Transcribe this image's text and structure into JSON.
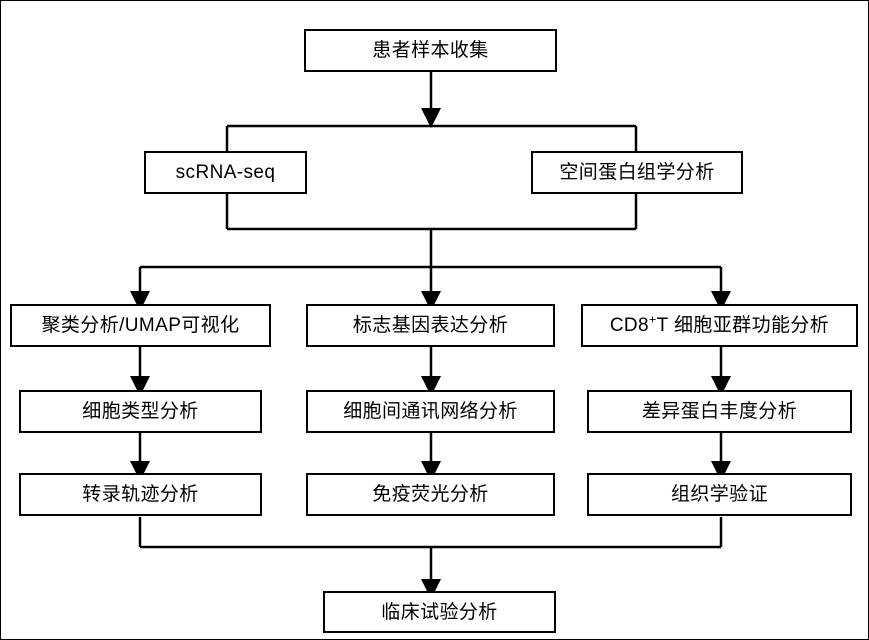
{
  "diagram": {
    "title_present": false,
    "background_color": "#ffffff",
    "line_color": "#000000",
    "box_fill": "#ffffff",
    "nodes": {
      "sample_collection": "患者样本收集",
      "scrna_seq": "scRNA-seq",
      "spatial_proteomics": "空间蛋白组学分析",
      "clustering_umap": "聚类分析/UMAP可视化",
      "marker_gene": "标志基因表达分析",
      "cd8_prefix": "CD8",
      "cd8_superscript": "+",
      "cd8_suffix": "T 细胞亚群功能分析",
      "cell_type": "细胞类型分析",
      "cell_comm": "细胞间通讯网络分析",
      "protein_abundance": "差异蛋白丰度分析",
      "trajectory": "转录轨迹分析",
      "immunofluorescence": "免疫荧光分析",
      "histology": "组织学验证",
      "clinical_trial": "临床试验分析"
    },
    "edges": [
      {
        "from": "sample_collection",
        "to": "split-bus-1",
        "type": "arrow-down"
      },
      {
        "from": "split-bus-1",
        "to": "scrna_seq",
        "type": "line"
      },
      {
        "from": "split-bus-1",
        "to": "spatial_proteomics",
        "type": "line"
      },
      {
        "from": "scrna_seq",
        "to": "merge-bus-1",
        "type": "line"
      },
      {
        "from": "spatial_proteomics",
        "to": "merge-bus-1",
        "type": "line"
      },
      {
        "from": "merge-bus-1",
        "to": "fan-bus",
        "type": "arrow-down"
      },
      {
        "from": "fan-bus",
        "to": "clustering_umap",
        "type": "arrow-down"
      },
      {
        "from": "fan-bus",
        "to": "marker_gene",
        "type": "arrow-down"
      },
      {
        "from": "fan-bus",
        "to": "cd8_analysis",
        "type": "arrow-down"
      },
      {
        "from": "clustering_umap",
        "to": "cell_type",
        "type": "arrow-down"
      },
      {
        "from": "marker_gene",
        "to": "cell_comm",
        "type": "arrow-down"
      },
      {
        "from": "cd8_analysis",
        "to": "protein_abundance",
        "type": "arrow-down"
      },
      {
        "from": "cell_type",
        "to": "trajectory",
        "type": "arrow-down"
      },
      {
        "from": "cell_comm",
        "to": "immunofluorescence",
        "type": "arrow-down"
      },
      {
        "from": "protein_abundance",
        "to": "histology",
        "type": "arrow-down"
      },
      {
        "from": "trajectory",
        "to": "merge-bus-2",
        "type": "line"
      },
      {
        "from": "histology",
        "to": "merge-bus-2",
        "type": "line"
      },
      {
        "from": "merge-bus-2",
        "to": "clinical_trial",
        "type": "arrow-down"
      }
    ]
  }
}
